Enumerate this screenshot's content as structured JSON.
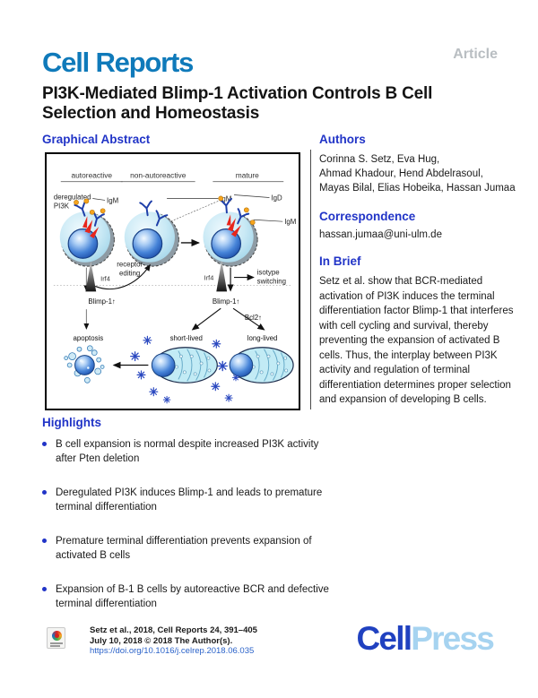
{
  "header": {
    "journal": "Cell Reports",
    "article_type": "Article"
  },
  "title": {
    "line1": "PI3K-Mediated Blimp-1 Activation Controls B Cell",
    "line2": "Selection and Homeostasis"
  },
  "graphical_abstract": {
    "heading": "Graphical Abstract"
  },
  "authors_section": {
    "heading": "Authors",
    "names_line1": "Corinna S. Setz, Eva Hug,",
    "names_line2": "Ahmad Khadour, Hend Abdelrasoul,",
    "names_line3": "Mayas Bilal, Elias Hobeika, Hassan Jumaa"
  },
  "correspondence": {
    "heading": "Correspondence",
    "email": "hassan.jumaa@uni-ulm.de"
  },
  "in_brief": {
    "heading": "In Brief",
    "text": "Setz et al. show that BCR-mediated activation of PI3K induces the terminal differentiation factor Blimp-1 that interferes with cell cycling and survival, thereby preventing the expansion of activated B cells. Thus, the interplay between PI3K activity and regulation of terminal differentiation determines proper selection and expansion of developing B cells."
  },
  "highlights": {
    "heading": "Highlights",
    "items": [
      "B cell expansion is normal despite increased PI3K activity after Pten deletion",
      "Deregulated PI3K induces Blimp-1 and leads to premature terminal differentiation",
      "Premature terminal differentiation prevents expansion of activated B cells",
      "Expansion of B-1 B cells by autoreactive BCR and defective terminal differentiation"
    ]
  },
  "figure": {
    "col_autoreactive": "autoreactive",
    "col_non_autoreactive": "non-autoreactive",
    "col_mature": "mature",
    "deregulated_line1": "deregulated",
    "deregulated_line2": "PI3K",
    "igm": "IgM",
    "igd": "IgD",
    "receptor_editing_line1": "receptor",
    "receptor_editing_line2": "editing",
    "irf4": "Irf4",
    "isotype_line1": "isotype",
    "isotype_line2": "switching",
    "blimp1_up": "Blimp-1↑",
    "bcl2_up": "Bcl2↑",
    "apoptosis": "apoptosis",
    "short_lived": "short-lived",
    "long_lived": "long-lived"
  },
  "footer": {
    "citation_line1": "Setz et al., 2018, Cell Reports 24, 391–405",
    "citation_line2": "July 10, 2018 © 2018 The Author(s).",
    "doi": "https://doi.org/10.1016/j.celrep.2018.06.035",
    "badge_icon": "crossmark-update-badge",
    "logo_part1": "Cell",
    "logo_part2": "Press"
  },
  "colors": {
    "heading_blue": "#2134c7",
    "journal_blue": "#0f7aba",
    "article_gray": "#b9bec2",
    "link_blue": "#2a62c9",
    "cellpress_dark": "#2041c0",
    "cellpress_light": "#a6d3f0",
    "cell_fill": "#c9e9f5",
    "nucleus_blue": "#1c4da9",
    "antigen_orange": "#f7a41d",
    "spike_red": "#e8261c",
    "flake_blue": "#2b49c0"
  }
}
